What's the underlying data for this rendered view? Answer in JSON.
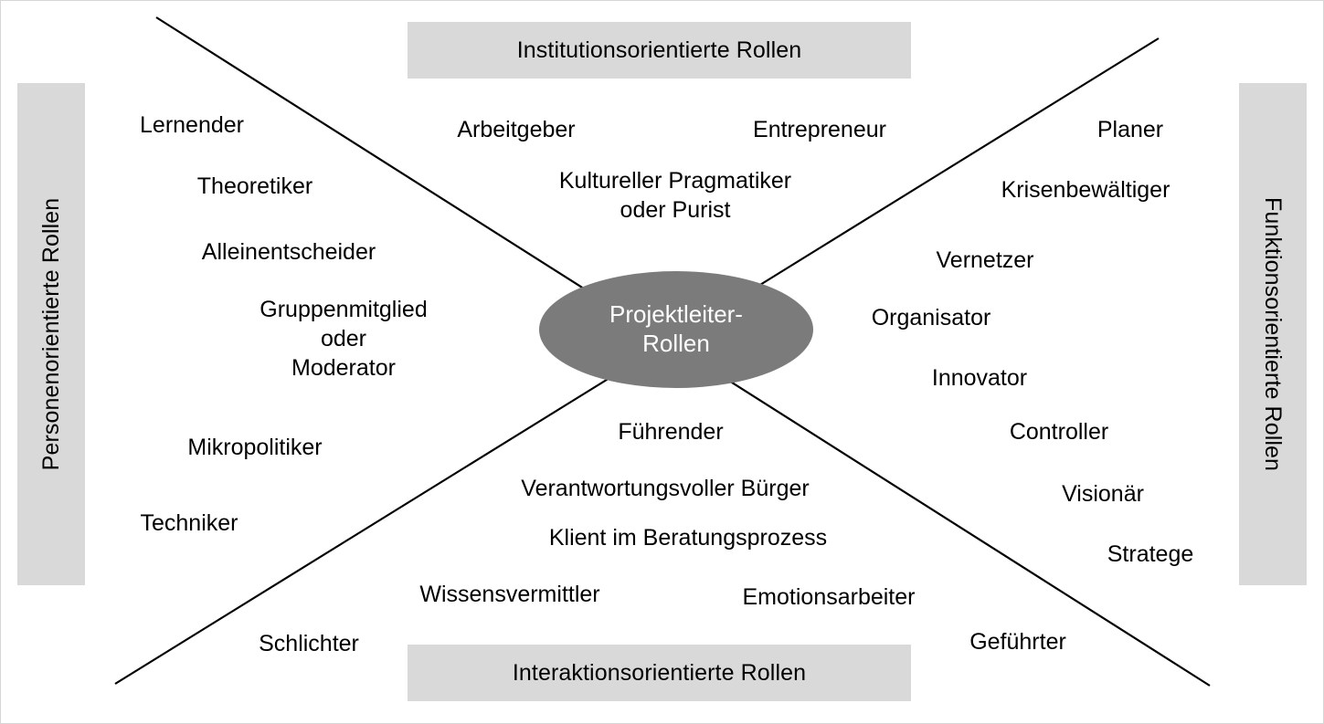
{
  "diagram": {
    "title": "Projektleiter-Rollen",
    "center": {
      "line1": "Projektleiter-",
      "line2": "Rollen",
      "fill": "#7b7b7b",
      "text_color": "#ffffff"
    },
    "banner_color": "#d9d9d9",
    "line_color": "#000000",
    "axes": {
      "top": "Institutionsorientierte Rollen",
      "bottom": "Interaktionsorientierte Rollen",
      "left": "Personenorientierte Rollen",
      "right": "Funktionsorientierte Rollen"
    },
    "roles": {
      "person_oriented": [
        "Lernender",
        "Theoretiker",
        "Alleinentscheider",
        "Gruppenmitglied\noder\nModerator",
        "Mikropolitiker",
        "Techniker"
      ],
      "institution_oriented": [
        "Arbeitgeber",
        "Entrepreneur",
        "Kultureller Pragmatiker\noder Purist"
      ],
      "function_oriented": [
        "Planer",
        "Krisenbewältiger",
        "Vernetzer",
        "Organisator",
        "Innovator",
        "Controller",
        "Visionär",
        "Stratege"
      ],
      "interaction_oriented": [
        "Führender",
        "Verantwortungsvoller Bürger",
        "Klient im Beratungsprozess",
        "Wissensvermittler",
        "Emotionsarbeiter",
        "Schlichter",
        "Geführter"
      ]
    }
  }
}
